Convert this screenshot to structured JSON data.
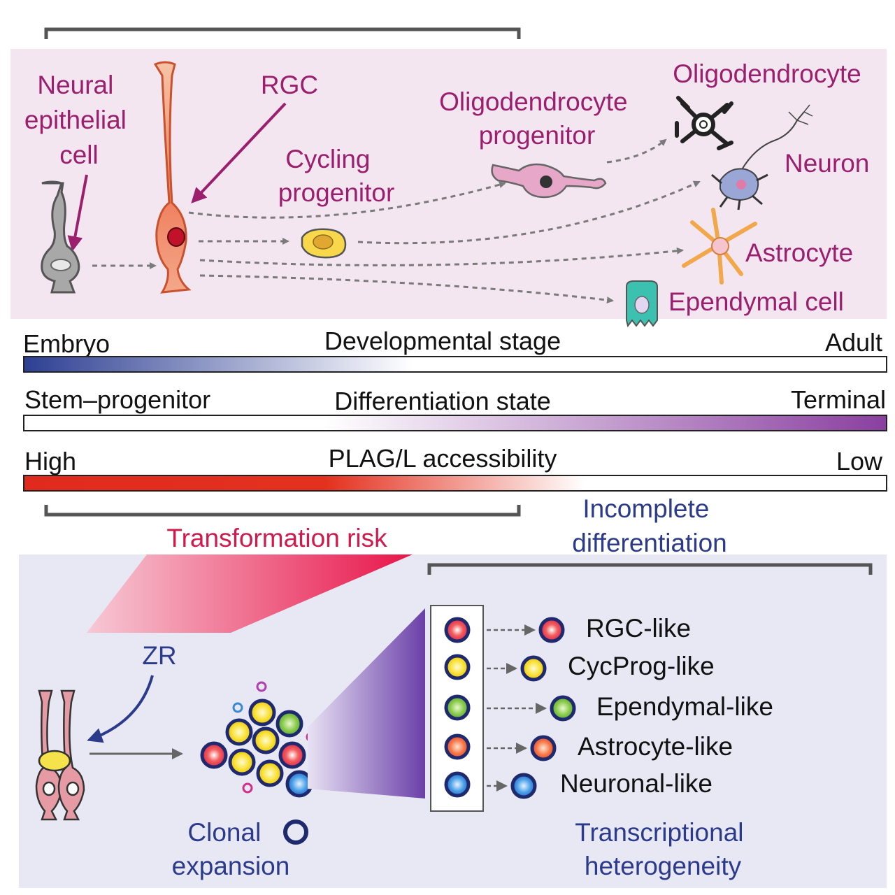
{
  "colors": {
    "top_panel_bg": "#f3e6f1",
    "bottom_panel_bg": "#e8e8f4",
    "label_magenta": "#9c1f6e",
    "label_navy": "#2b3a8a",
    "risk_red": "#d11a4c",
    "bracket_gray": "#555555"
  },
  "cell_types": {
    "neural_epithelial": [
      "Neural",
      "epithelial",
      "cell"
    ],
    "rgc": "RGC",
    "cycling_progenitor": [
      "Cycling",
      "progenitor"
    ],
    "oligo_progenitor": [
      "Oligodendrocyte",
      "progenitor"
    ],
    "oligodendrocyte": "Oligodendrocyte",
    "neuron": "Neuron",
    "astrocyte": "Astrocyte",
    "ependymal": "Ependymal cell"
  },
  "gradients": {
    "developmental": {
      "left": "Embryo",
      "center": "Developmental stage",
      "right": "Adult"
    },
    "differentiation": {
      "left": "Stem–progenitor",
      "center": "Differentiation state",
      "right": "Terminal"
    },
    "plag": {
      "left": "High",
      "center": "PLAG/L accessibility",
      "right": "Low"
    }
  },
  "bottom": {
    "transformation_risk": "Transformation risk",
    "incomplete": [
      "Incomplete",
      "differentiation"
    ],
    "zr": "ZR",
    "clonal": [
      "Clonal",
      "expansion"
    ],
    "transcriptional": [
      "Transcriptional",
      "heterogeneity"
    ],
    "states": [
      "RGC-like",
      "CycProg-like",
      "Ependymal-like",
      "Astrocyte-like",
      "Neuronal-like"
    ]
  }
}
